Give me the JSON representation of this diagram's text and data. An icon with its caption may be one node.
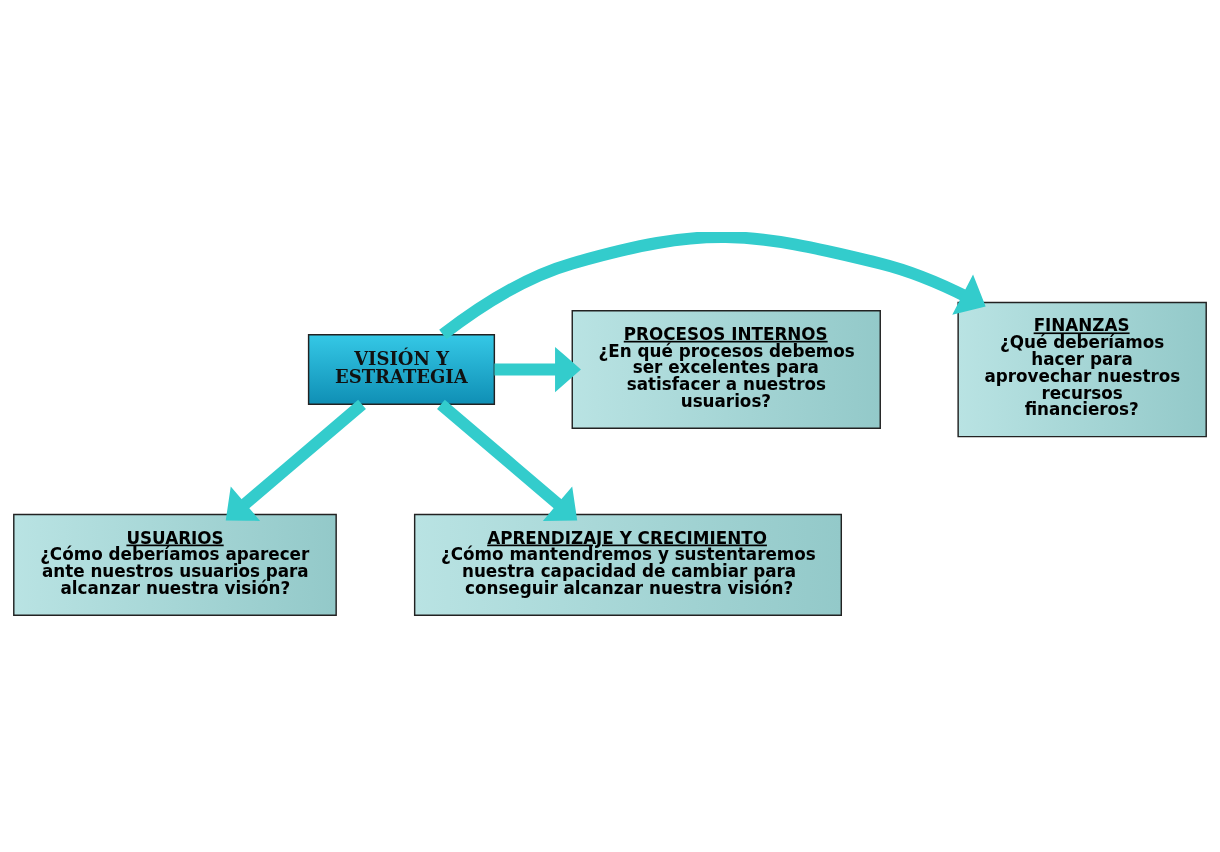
{
  "diagram": {
    "nodes": [
      {
        "text": [
          "USUARIOS",
          "¿Cómo deberíamos aparecer ante nuestros usuarios para alcanzar nuestra visión?"
        ]
      },
      {
        "text": [
          "FINANZAS",
          "¿Qué deberíamos hacer para aprovechar nuestros recursos financieros?"
        ]
      },
      {
        "text": [
          "VISIÓN Y ESTRATEGIA"
        ]
      },
      {
        "text": [
          "PROCESOS INTERNOS",
          "¿En qué procesos debemos ser excelentes para satisfacer a nuestros usuarios?"
        ]
      },
      {
        "text": [
          "APRENDIZAJE Y CRECIMIENTO",
          "¿Cómo mantendremos y sustentaremos nuestra capacidad de cambiar para conseguir alcanzar nuestra visión?"
        ]
      }
    ],
    "edges": [
      {
        "from": 2,
        "to": 0,
        "arrow": "to"
      },
      {
        "from": 2,
        "to": 1,
        "arrow": "to"
      },
      {
        "from": 2,
        "to": 3,
        "arrow": "to"
      },
      {
        "from": 2,
        "to": 4,
        "arrow": "to"
      }
    ]
  }
}
